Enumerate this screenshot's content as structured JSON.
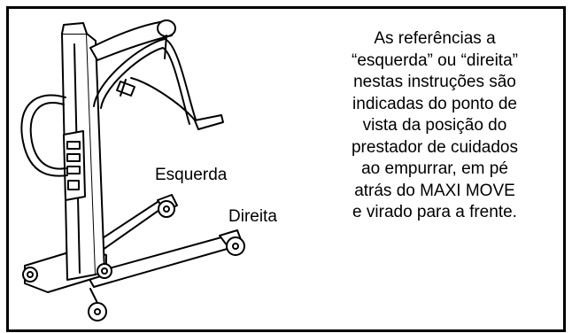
{
  "figure": {
    "label_left": "Esquerda",
    "label_right": "Direita"
  },
  "info_text": "As referências a\n“esquerda” ou “direita”\nnestas instruções são\nindicadas do ponto de\nvista da posição do\nprestador de cuidados\nao empurrar, em pé\natrás do MAXI MOVE\ne virado para a frente."
}
